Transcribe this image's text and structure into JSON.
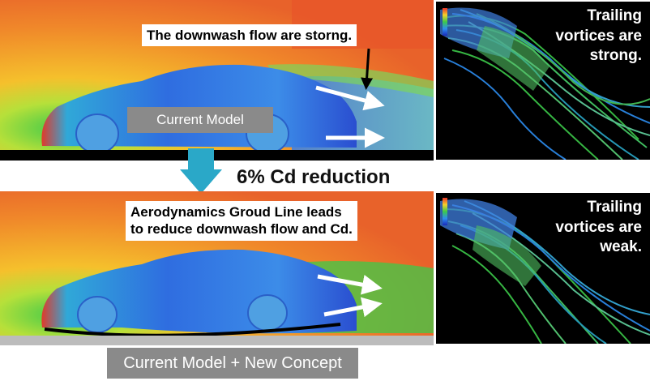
{
  "top_panel": {
    "callout": "The downwash flow are storng.",
    "model_label": "Current Model"
  },
  "top_vortex": {
    "lines": [
      "Trailing",
      "vortices are",
      "strong."
    ]
  },
  "transition": {
    "reduction_text": "6% Cd reduction"
  },
  "bottom_panel": {
    "callout_lines": [
      "Aerodynamics Groud Line leads",
      "to reduce downwash flow and Cd."
    ],
    "model_label": "Current Model + New Concept"
  },
  "bottom_vortex": {
    "lines": [
      "Trailing",
      "vortices are",
      "weak."
    ]
  },
  "colors": {
    "field_high": "#e8562a",
    "field_mid": "#f5c02c",
    "field_low": "#3cc94a",
    "car_flow": "#2f6de0",
    "down_arrow": "#2aa8c8",
    "label_gray": "#8a8a8a"
  }
}
